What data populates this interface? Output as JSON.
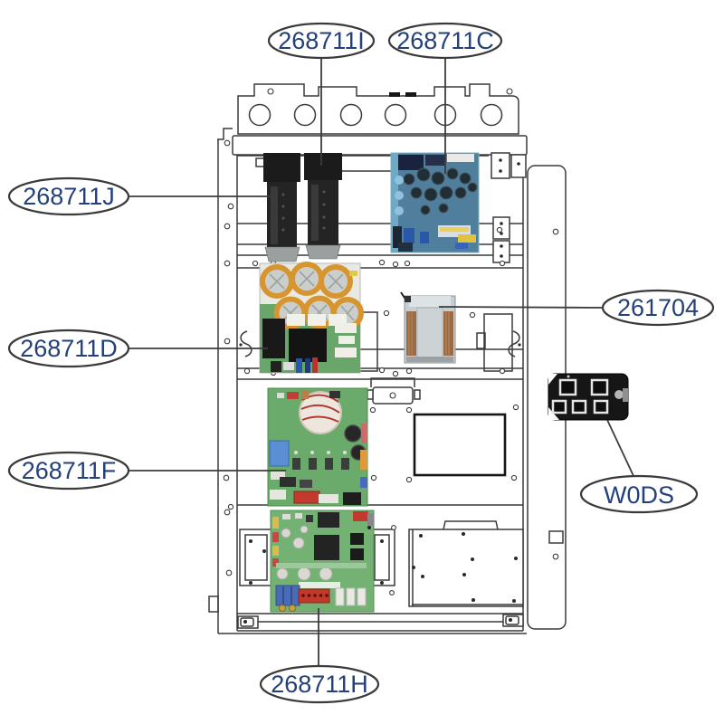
{
  "figure": {
    "kind": "exploded-parts-diagram",
    "callouts": [
      {
        "part_no": "268711I"
      },
      {
        "part_no": "268711C"
      },
      {
        "part_no": "268711J"
      },
      {
        "part_no": "268711D"
      },
      {
        "part_no": "268711F"
      },
      {
        "part_no": "261704"
      },
      {
        "part_no": "W0DS"
      },
      {
        "part_no": "268711H"
      }
    ],
    "colors": {
      "label_text": "#24407a",
      "outline": "#3a3a3a",
      "pcb_blue": "#4f7f9d",
      "pcb_green": "#6aaa6a",
      "capacitor_ring": "#d6952f",
      "module_black": "#161616",
      "reactor_body": "#c6ced1",
      "coil_copper": "#9c6b44"
    }
  }
}
